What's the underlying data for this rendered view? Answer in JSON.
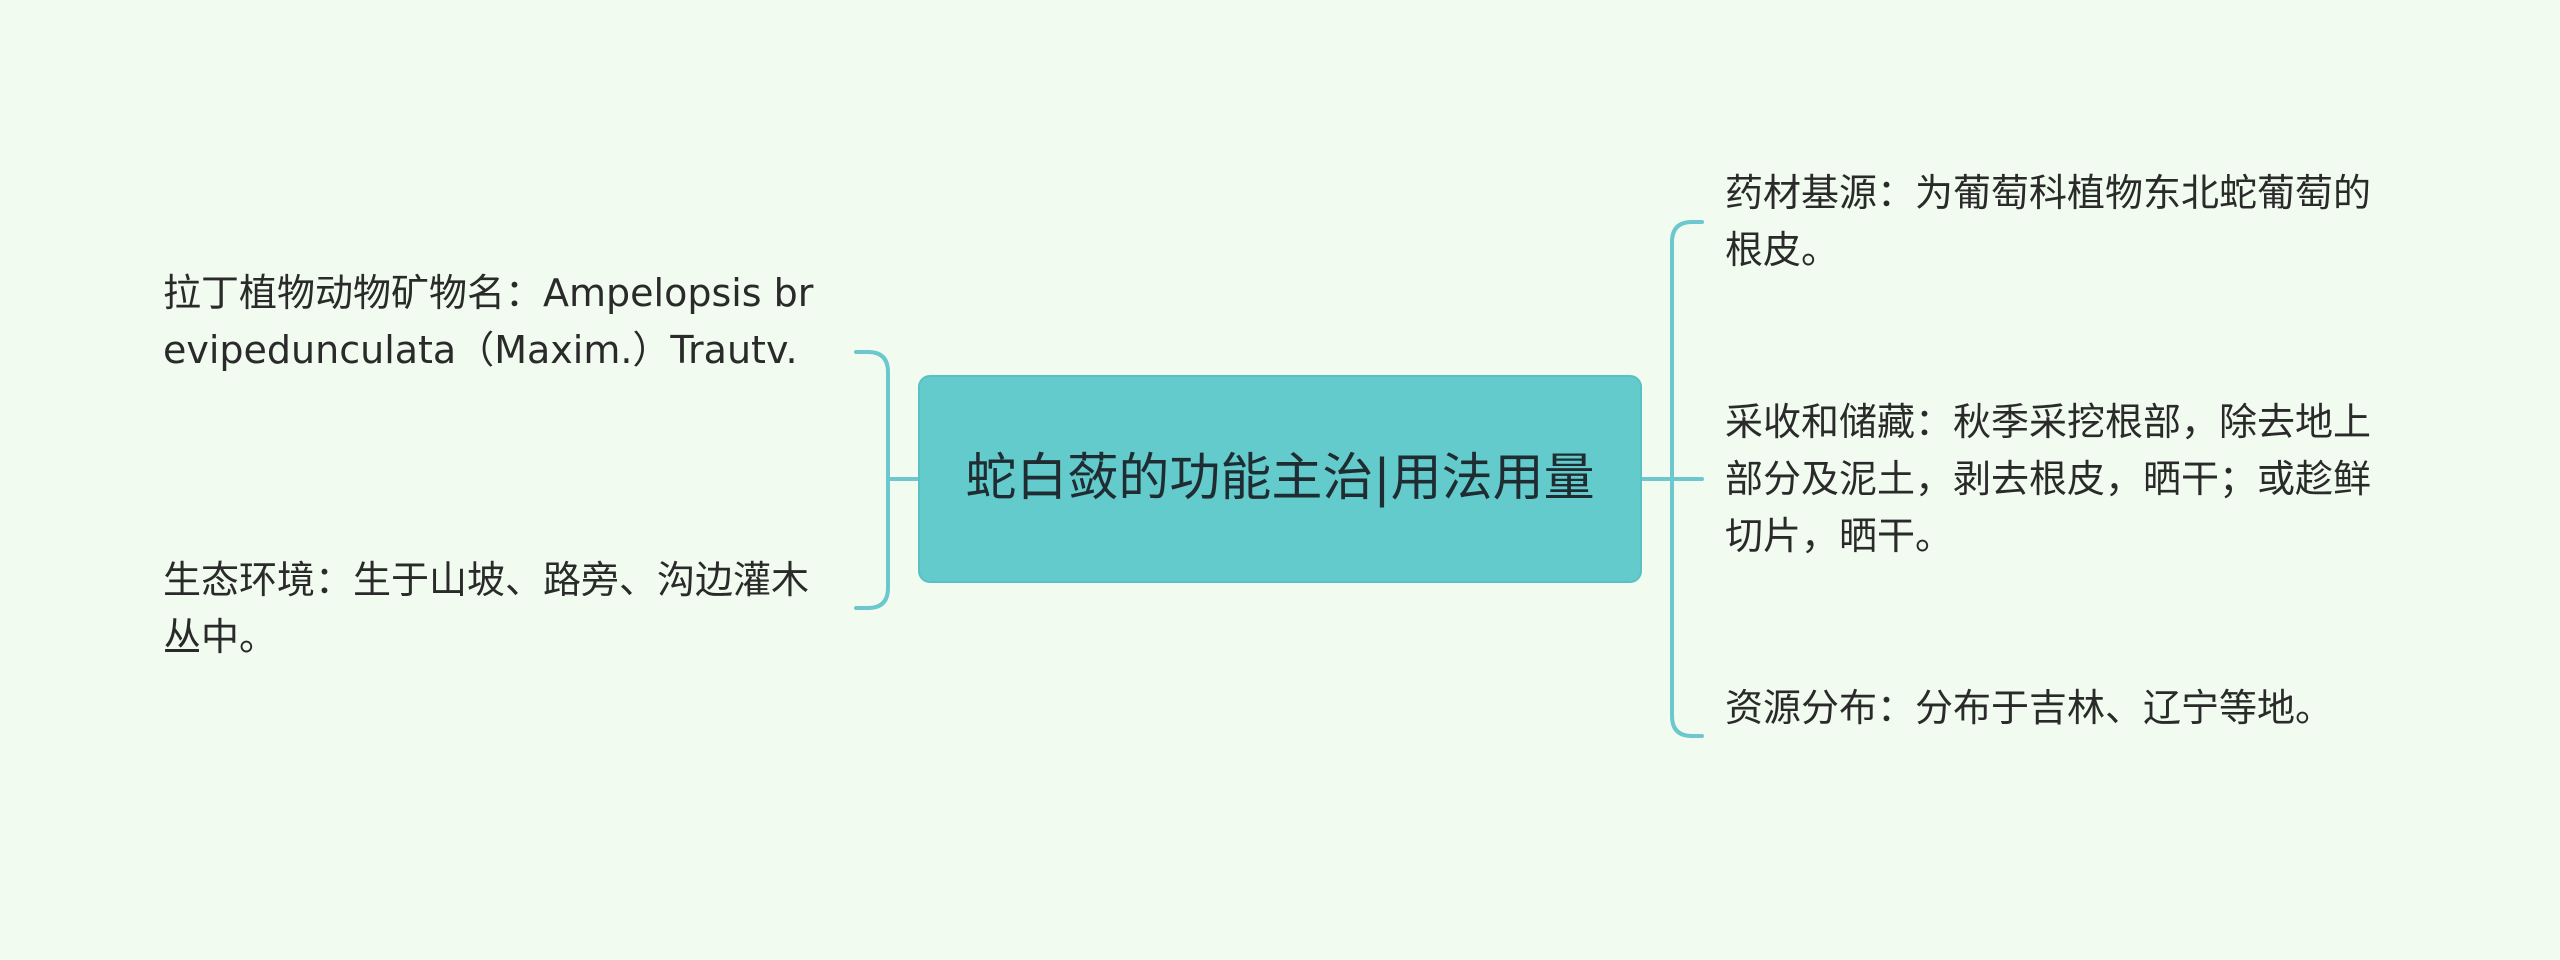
{
  "mindmap": {
    "root": {
      "text": "蛇白蔹的功能主治|用法用量"
    },
    "left_branches": [
      {
        "text": "拉丁植物动物矿物名：Ampelopsis brevipedunculata（Maxim.）Trautv."
      },
      {
        "text": "生态环境：生于山坡、路旁、沟边灌木丛中。"
      }
    ],
    "right_branches": [
      {
        "text": "药材基源：为葡萄科植物东北蛇葡萄的根皮。"
      },
      {
        "text": "采收和储藏：秋季采挖根部，除去地上部分及泥土，剥去根皮，晒干；或趁鲜切片，晒干。"
      },
      {
        "text": "资源分布：分布于吉林、辽宁等地。"
      }
    ],
    "colors": {
      "background": "#f1fbf0",
      "root_fill": "#64cbcc",
      "connector": "#6cc7cf",
      "text": "#2a2a2a"
    }
  }
}
